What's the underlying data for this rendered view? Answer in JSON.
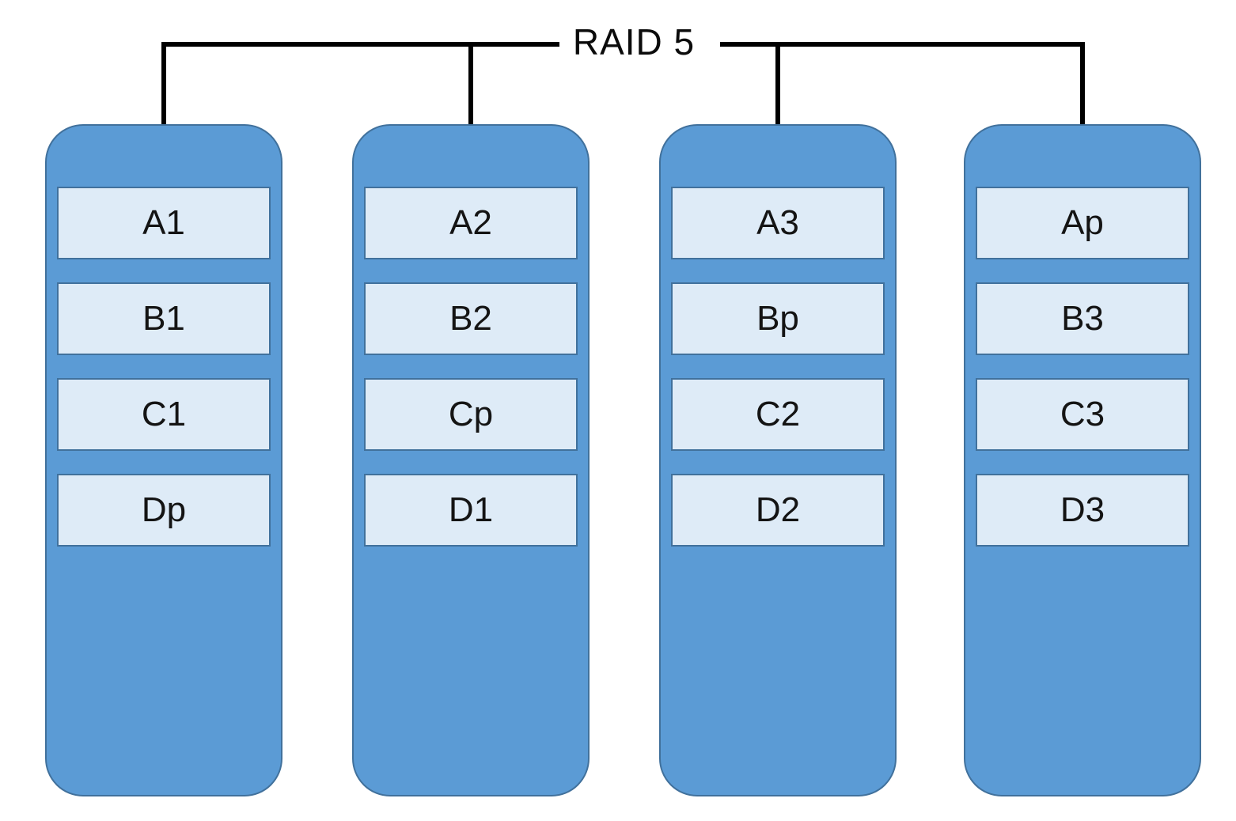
{
  "title": "RAID 5",
  "colors": {
    "background": "#FFFFFF",
    "disk_fill": "#5B9BD5",
    "disk_border": "#41719C",
    "block_fill": "#DEEBF7",
    "block_border": "#41719C",
    "bus_line": "#000000",
    "text": "#111111"
  },
  "disks": [
    {
      "id": "disk-1",
      "blocks": [
        "A1",
        "B1",
        "C1",
        "Dp"
      ]
    },
    {
      "id": "disk-2",
      "blocks": [
        "A2",
        "B2",
        "Cp",
        "D1"
      ]
    },
    {
      "id": "disk-3",
      "blocks": [
        "A3",
        "Bp",
        "C2",
        "D2"
      ]
    },
    {
      "id": "disk-4",
      "blocks": [
        "Ap",
        "B3",
        "C3",
        "D3"
      ]
    }
  ]
}
